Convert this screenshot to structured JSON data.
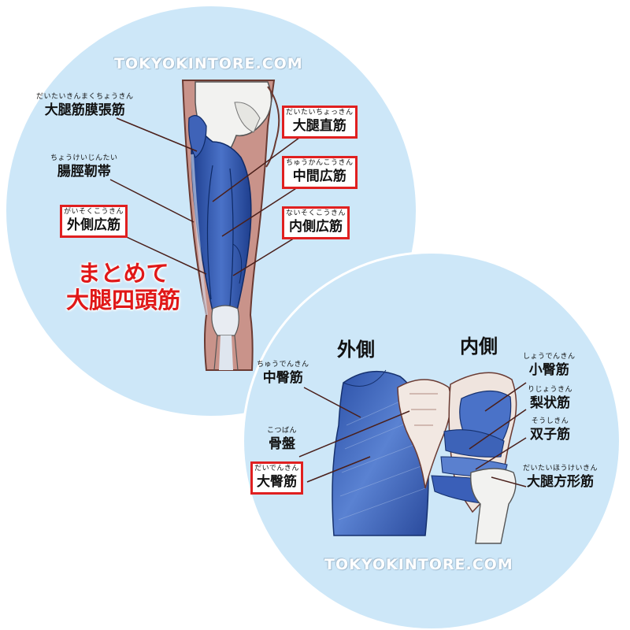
{
  "watermark": "TOKYOKINTORE.COM",
  "headline": {
    "line1": "まとめて",
    "line2": "大腿四頭筋"
  },
  "side_labels": {
    "outer": "外側",
    "inner": "内側"
  },
  "thigh_labels": [
    {
      "id": "tfl",
      "ruby": "だいたいきんまくちょうきん",
      "name": "大腿筋膜張筋",
      "highlighted": false
    },
    {
      "id": "itb",
      "ruby": "ちょうけいじんたい",
      "name": "腸脛靭帯",
      "highlighted": false
    },
    {
      "id": "vl",
      "ruby": "がいそくこうきん",
      "name": "外側広筋",
      "highlighted": true
    },
    {
      "id": "rf",
      "ruby": "だいたいちょっきん",
      "name": "大腿直筋",
      "highlighted": true
    },
    {
      "id": "vi",
      "ruby": "ちゅうかんこうきん",
      "name": "中間広筋",
      "highlighted": true
    },
    {
      "id": "vm",
      "ruby": "ないそくこうきん",
      "name": "内側広筋",
      "highlighted": true
    }
  ],
  "hip_labels": [
    {
      "id": "gmed",
      "ruby": "ちゅうでんきん",
      "name": "中臀筋",
      "highlighted": false
    },
    {
      "id": "pelvis",
      "ruby": "こつばん",
      "name": "骨盤",
      "highlighted": false
    },
    {
      "id": "gmax",
      "ruby": "だいでんきん",
      "name": "大臀筋",
      "highlighted": true
    },
    {
      "id": "gmin",
      "ruby": "しょうでんきん",
      "name": "小臀筋",
      "highlighted": false
    },
    {
      "id": "piri",
      "ruby": "りじょうきん",
      "name": "梨状筋",
      "highlighted": false
    },
    {
      "id": "gem",
      "ruby": "そうしきん",
      "name": "双子筋",
      "highlighted": false
    },
    {
      "id": "qf",
      "ruby": "だいたいほうけいきん",
      "name": "大腿方形筋",
      "highlighted": false
    }
  ],
  "colors": {
    "circle_bg": "#cde7f8",
    "muscle": "#3a5fb8",
    "bone": "#f2f2f0",
    "flesh": "#c9938a",
    "highlight_border": "#e02020",
    "headline": "#e01818"
  }
}
